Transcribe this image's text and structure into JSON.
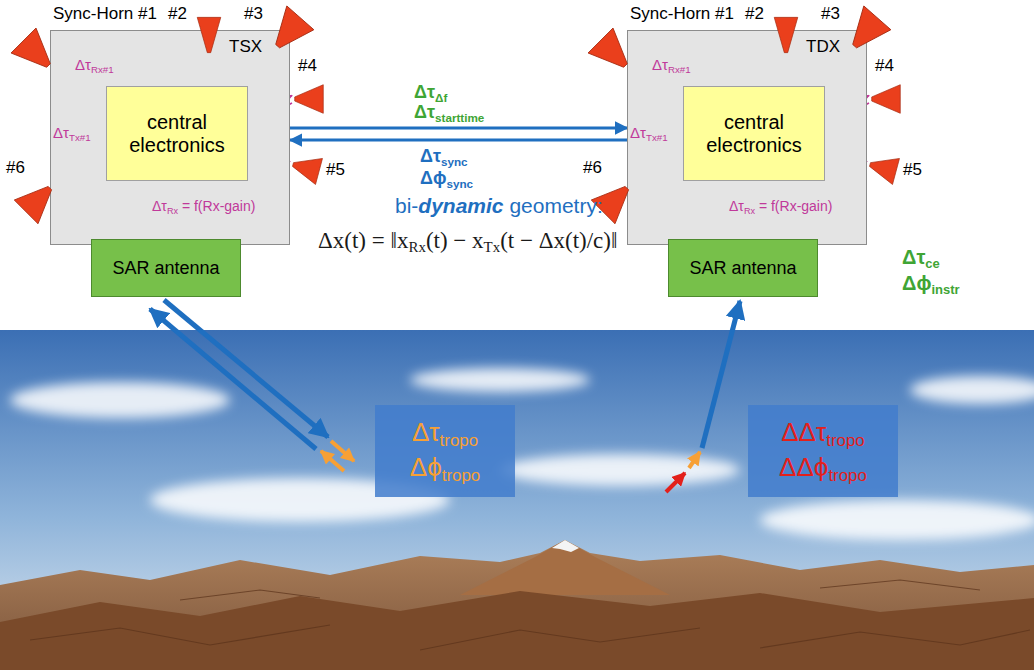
{
  "diagram": {
    "nodes": [
      {
        "text": [
          "TSX"
        ]
      },
      {
        "text": [
          "central electronics"
        ],
        "in": 0
      },
      {
        "text": [
          "SAR antenna"
        ],
        "in": 0
      },
      {
        "text": [
          "Sync-Horn #1"
        ]
      },
      {
        "text": [
          "#2"
        ]
      },
      {
        "text": [
          "#3"
        ]
      },
      {
        "text": [
          "#4"
        ]
      },
      {
        "text": [
          "#5"
        ]
      },
      {
        "text": [
          "#6"
        ]
      },
      {
        "text": [
          "TDX"
        ]
      },
      {
        "text": [
          "central electronics"
        ],
        "in": 9
      },
      {
        "text": [
          "SAR antenna"
        ],
        "in": 9
      },
      {
        "text": [
          "Sync-Horn #1"
        ]
      },
      {
        "text": [
          "#2"
        ]
      },
      {
        "text": [
          "#3"
        ]
      },
      {
        "text": [
          "#4"
        ]
      },
      {
        "text": [
          "#5"
        ]
      },
      {
        "text": [
          "#6"
        ]
      },
      {
        "text": [
          "Δτtropo",
          "Δϕtropo"
        ]
      },
      {
        "text": [
          "ΔΔτtropo",
          "ΔΔϕtropo"
        ]
      }
    ],
    "edges": [
      {
        "from": 3,
        "to": 1,
        "arrow": "to",
        "label": "ΔτRx#1"
      },
      {
        "from": 1,
        "to": 3,
        "arrow": "to",
        "label": "ΔτTx#1"
      },
      {
        "from": 1,
        "to": 4,
        "arrow": "to"
      },
      {
        "from": 4,
        "to": 1,
        "arrow": "to"
      },
      {
        "from": 5,
        "to": 1,
        "arrow": "to"
      },
      {
        "from": 1,
        "to": 6,
        "arrow": "to"
      },
      {
        "from": 6,
        "to": 1,
        "arrow": "to"
      },
      {
        "from": 1,
        "to": 7,
        "arrow": "to"
      },
      {
        "from": 7,
        "to": 1,
        "arrow": "to"
      },
      {
        "from": 1,
        "to": 8,
        "arrow": "to"
      },
      {
        "from": 2,
        "to": 1,
        "arrow": "to",
        "label": "ΔτRx = f(Rx-gain)"
      },
      {
        "from": 12,
        "to": 10,
        "arrow": "to",
        "label": "ΔτRx#1"
      },
      {
        "from": 10,
        "to": 12,
        "arrow": "to",
        "label": "ΔτTx#1"
      },
      {
        "from": 10,
        "to": 13,
        "arrow": "to"
      },
      {
        "from": 13,
        "to": 10,
        "arrow": "to"
      },
      {
        "from": 14,
        "to": 10,
        "arrow": "to"
      },
      {
        "from": 10,
        "to": 15,
        "arrow": "to"
      },
      {
        "from": 15,
        "to": 10,
        "arrow": "to"
      },
      {
        "from": 10,
        "to": 16,
        "arrow": "to"
      },
      {
        "from": 16,
        "to": 10,
        "arrow": "to"
      },
      {
        "from": 10,
        "to": 17,
        "arrow": "to"
      },
      {
        "from": 11,
        "to": 10,
        "arrow": "to",
        "label": "ΔτRx = f(Rx-gain)"
      },
      {
        "from": 0,
        "to": 9,
        "arrow": "to"
      },
      {
        "from": 9,
        "to": 0,
        "arrow": "to"
      }
    ],
    "labels": [
      "ΔτΔf",
      "Δτstarttime",
      "Δτsync",
      "Δϕsync",
      "bi-dynamic geometry:",
      "Δx(t) = ‖xRx(t) − xTx(t − Δx(t)/c)‖",
      "Δτce",
      "Δϕinstr"
    ]
  }
}
